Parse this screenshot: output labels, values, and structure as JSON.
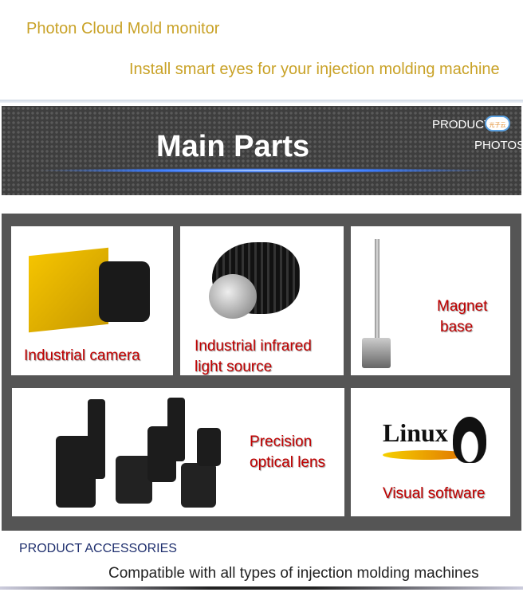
{
  "header": {
    "brand": "Photon Cloud Mold monitor",
    "tagline": "Install smart eyes for your injection molding machine"
  },
  "banner": {
    "title": "Main Parts",
    "product_line1": "PRODUCT",
    "product_line2": "PHOTOS",
    "cloud_logo_text": "光子云"
  },
  "parts": [
    {
      "label": "Industrial camera",
      "icon": "camera"
    },
    {
      "label_line1": "Industrial infrared",
      "label_line2": "light source",
      "icon": "light"
    },
    {
      "label_line1": "Magnet",
      "label_line2": "base",
      "icon": "magnet-base"
    },
    {
      "label_line1": "Precision",
      "label_line2": "optical lens",
      "icon": "lens"
    },
    {
      "label": "Visual software",
      "logo_text": "Linux",
      "icon": "tux"
    }
  ],
  "footer": {
    "heading": "PRODUCT ACCESSORIES",
    "text": "Compatible with all types of injection molding machines"
  }
}
